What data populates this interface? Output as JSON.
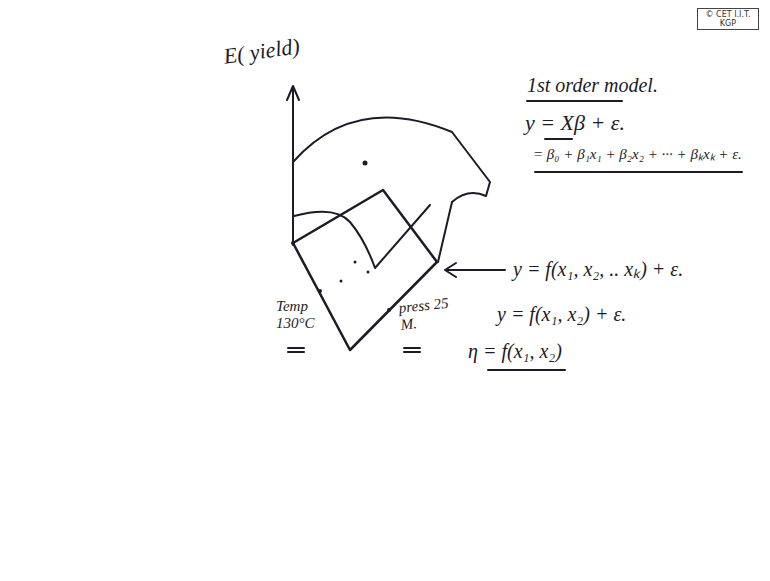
{
  "diagram": {
    "labels": [
      "© CET I.I.T. KGP",
      "E( yield)",
      "1st order model.",
      "y = Xβ + ε.",
      "= β₀ + β₁x₁ + β₂x₂ + ··· + βₖxₖ + ε.",
      "y = f(x₁, x₂, .. xₖ) + ε.",
      "y = f(x₁, x₂) + ε.",
      "η = f(x₁, x₂)",
      "Temp 130°C",
      "press 25 M."
    ]
  }
}
